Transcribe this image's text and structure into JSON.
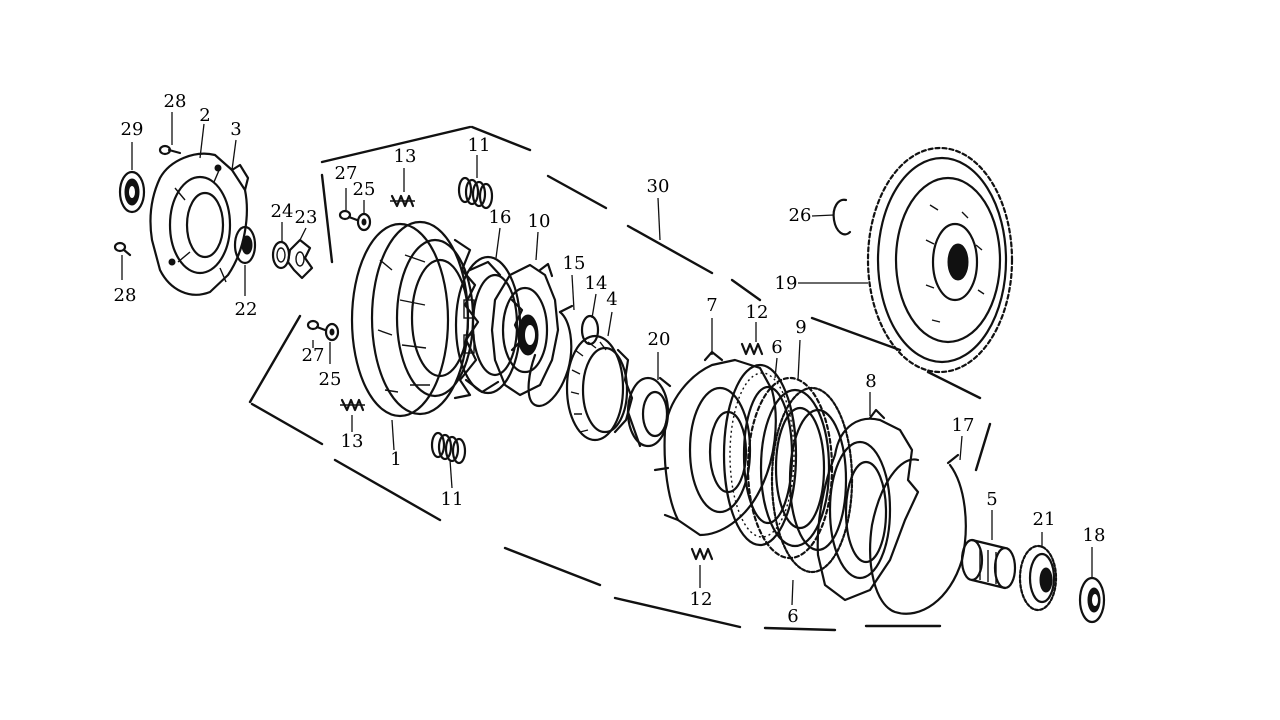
{
  "diagram": {
    "labels": {
      "l1": "1",
      "l2": "2",
      "l3": "3",
      "l4": "4",
      "l5": "5",
      "l6a": "6",
      "l6b": "6",
      "l7": "7",
      "l8": "8",
      "l9": "9",
      "l10": "10",
      "l11a": "11",
      "l11b": "11",
      "l12a": "12",
      "l12b": "12",
      "l13a": "13",
      "l13b": "13",
      "l14": "14",
      "l15": "15",
      "l16": "16",
      "l17": "17",
      "l18": "18",
      "l19": "19",
      "l20": "20",
      "l21": "21",
      "l22": "22",
      "l23": "23",
      "l24": "24",
      "l25a": "25",
      "l25b": "25",
      "l26": "26",
      "l27a": "27",
      "l27b": "27",
      "l28a": "28",
      "l28b": "28",
      "l29": "29",
      "l30": "30"
    }
  }
}
